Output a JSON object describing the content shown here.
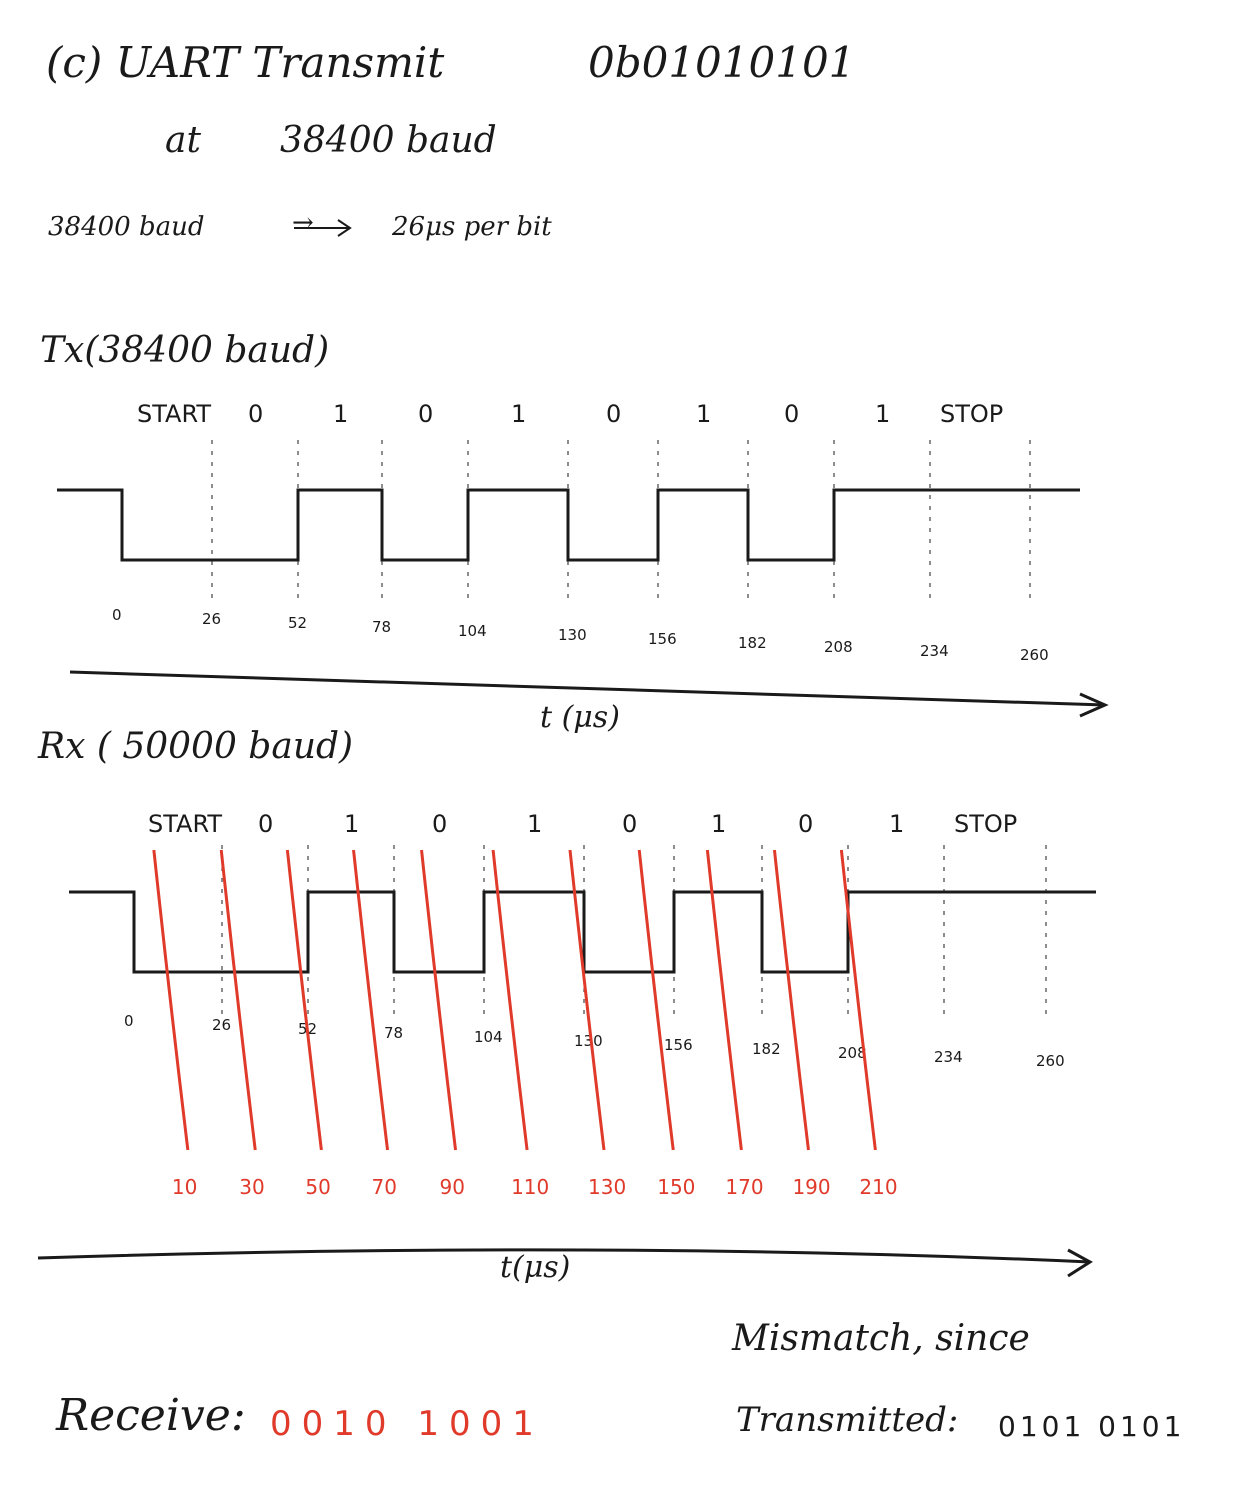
{
  "title": "(c) UART Transmit",
  "title_value": "0b01010101",
  "subtitle_prefix": "at",
  "subtitle_value": "38400 baud",
  "conversion": {
    "from": "38400 baud",
    "arrow": "→",
    "to": "26μs per bit"
  },
  "tx": {
    "label": "Tx(38400 baud)",
    "bits": [
      "START",
      "0",
      "1",
      "0",
      "1",
      "0",
      "1",
      "0",
      "1",
      "STOP"
    ],
    "ticks": [
      "0",
      "26",
      "52",
      "78",
      "104",
      "130",
      "156",
      "182",
      "208",
      "234",
      "260"
    ],
    "axis_label": "t (μs)"
  },
  "rx": {
    "label": "Rx ( 50000 baud)",
    "bits": [
      "START",
      "0",
      "1",
      "0",
      "1",
      "0",
      "1",
      "0",
      "1",
      "STOP"
    ],
    "ticks": [
      "0",
      "26",
      "52",
      "78",
      "104",
      "130",
      "156",
      "182",
      "208",
      "234",
      "260"
    ],
    "sample_times": [
      "10",
      "30",
      "50",
      "70",
      "90",
      "110",
      "130",
      "150",
      "170",
      "190",
      "210"
    ],
    "axis_label": "t(μs)"
  },
  "receive_label": "Receive:",
  "receive_bits": "0010 1001",
  "mismatch_text": "Mismatch, since",
  "transmitted_label": "Transmitted:",
  "transmitted_bits": "0101 0101",
  "colors": {
    "ink": "#1a1a1a",
    "red": "#e03a2b"
  }
}
